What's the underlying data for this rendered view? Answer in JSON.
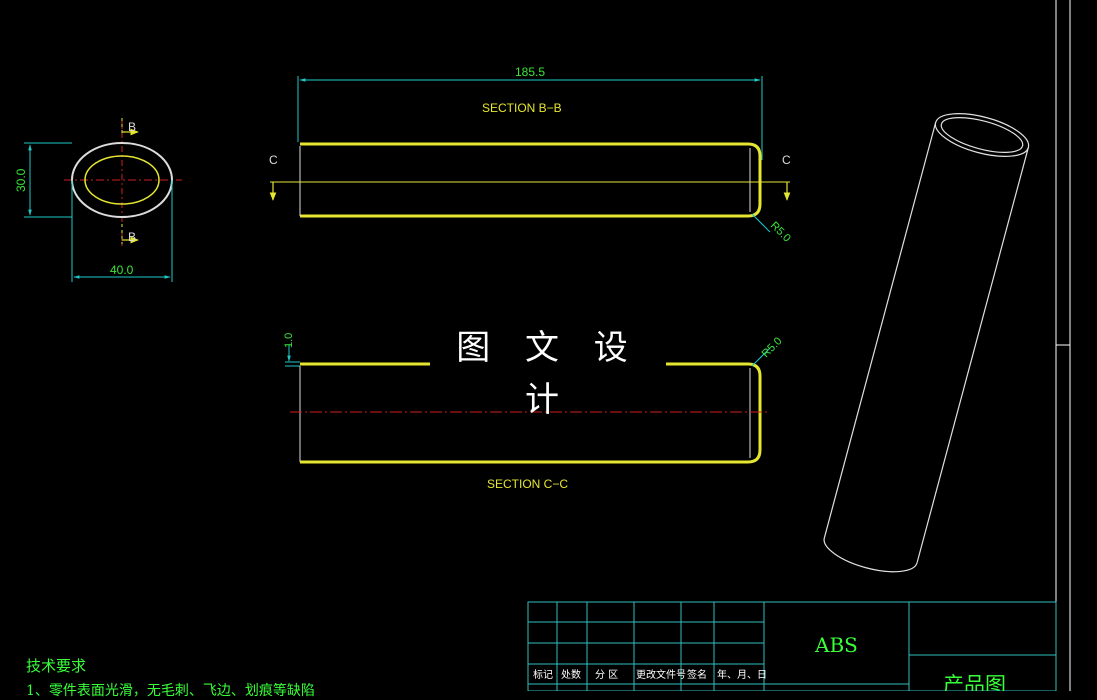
{
  "banner": {
    "text": "图 文 设 计"
  },
  "dimensions": {
    "length": "185.5",
    "diameter": "30.0",
    "width": "40.0",
    "radius_top": "R5.0",
    "radius_bottom": "R5.0",
    "wall": "1.0"
  },
  "sections": {
    "bb_title": "SECTION B−B",
    "cc_title": "SECTION C−C",
    "b_label": "B",
    "c_label": "C"
  },
  "tech": {
    "title": "技术要求",
    "line1": "1、零件表面光滑，无毛刺、飞边、划痕等缺陷"
  },
  "titleblock": {
    "material": "ABS",
    "drawing_name": "产品图",
    "headers": [
      "标记",
      "处数",
      "分 区",
      "更改文件号",
      "签名",
      "年、月、日"
    ]
  },
  "colors": {
    "background": "#000000",
    "outline": "#e6e630",
    "dimension": "#1ec8c8",
    "dimension_text": "#39e639",
    "centerline": "#d01e1e",
    "frame": "#ffffff",
    "table": "#2fbfbf"
  }
}
